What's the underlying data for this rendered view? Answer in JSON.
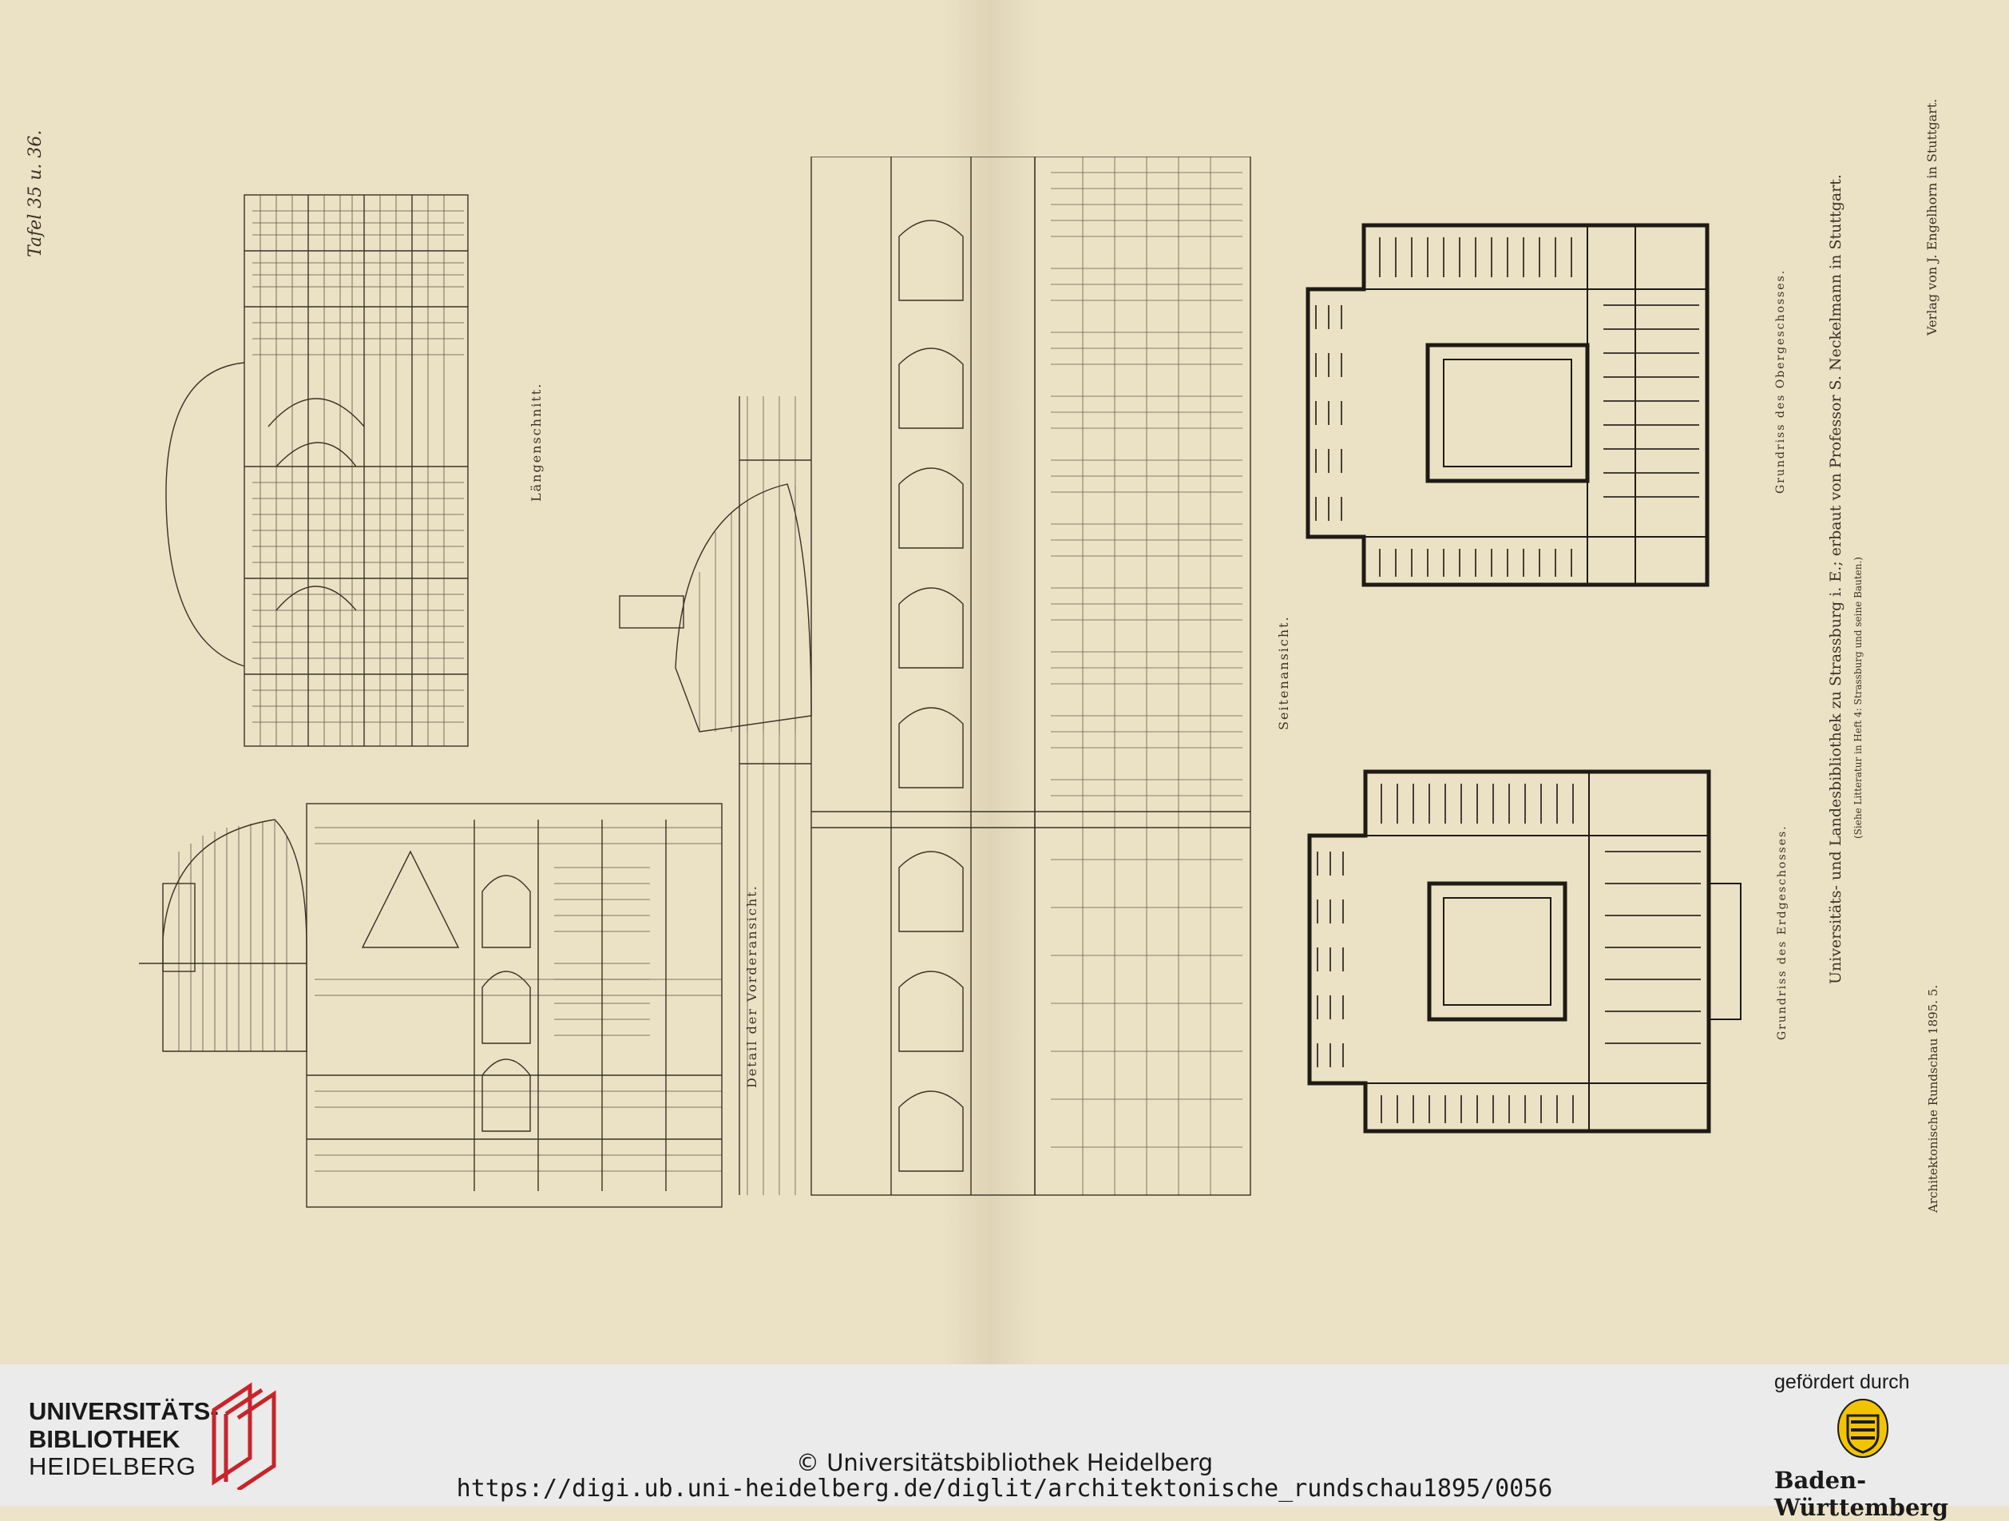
{
  "plate": {
    "plate_number": "Tafel 35 u. 36.",
    "label_laengsschnitt": "Längenschnitt.",
    "label_vorderansicht": "Detail der Vorderansicht.",
    "label_seitenansicht": "Seitenansicht.",
    "label_obergeschoss": "Grundriss des Obergeschosses.",
    "label_erdgeschoss": "Grundriss des Erdgeschosses.",
    "caption_main": "Universitäts- und Landesbibliothek zu Strassburg i. E.; erbaut von Professor S. Neckelmann in Stuttgart.",
    "caption_note": "(Siehe Litteratur in Heft 4: Strassburg und seine Bauten.)",
    "publisher": "Verlag von J. Engelhorn in Stuttgart.",
    "journal": "Architektonische Rundschau 1895. 5."
  },
  "footer": {
    "logo_line1": "UNIVERSITÄTS-",
    "logo_line2": "BIBLIOTHEK",
    "logo_line3": "HEIDELBERG",
    "copyright": "© Universitätsbibliothek Heidelberg",
    "url": "https://digi.ub.uni-heidelberg.de/diglit/architektonische_rundschau1895/0056",
    "funded_by": "gefördert durch",
    "funder_name": "Baden-Württemberg"
  },
  "colors": {
    "paper": "#ebe1c5",
    "ink": "#3a3226",
    "footer_bg": "#ebebeb",
    "logo_red": "#c8242b",
    "emblem_gold": "#f2c400"
  }
}
